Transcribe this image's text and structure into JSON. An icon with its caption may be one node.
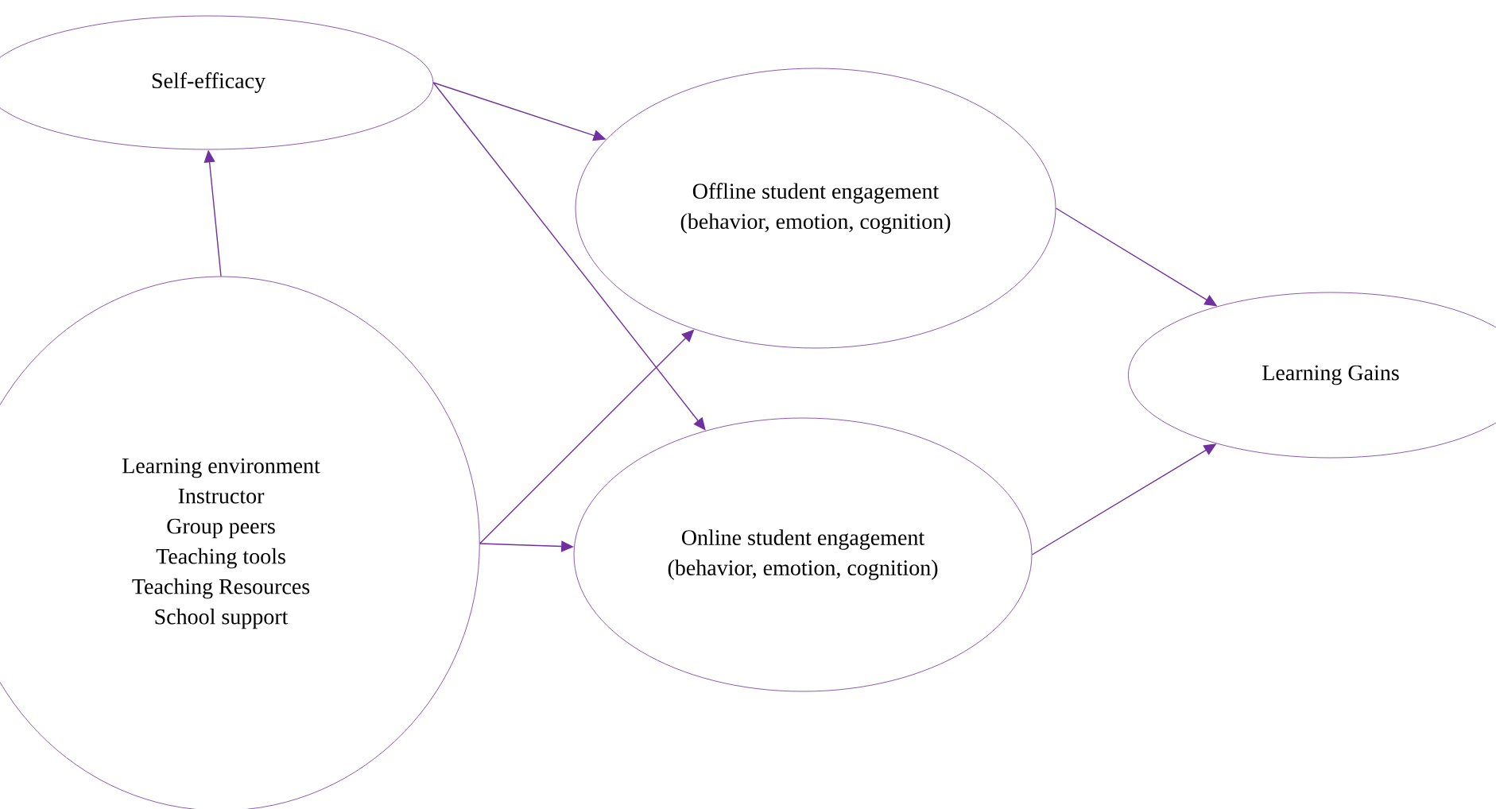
{
  "diagram": {
    "nodes": [
      {
        "text": [
          "Self-efficacy"
        ]
      },
      {
        "text": [
          "Learning environment",
          "Instructor",
          "Group peers",
          "Teaching tools",
          "Teaching Resources",
          "School support"
        ]
      },
      {
        "text": [
          "Offline student engagement (behavior, emotion, cognition)"
        ]
      },
      {
        "text": [
          "Online student engagement (behavior, emotion, cognition)"
        ]
      },
      {
        "text": [
          "Learning Gains"
        ]
      }
    ],
    "edges": [
      {
        "from": 1,
        "to": 0,
        "arrow": "to"
      },
      {
        "from": 0,
        "to": 2,
        "arrow": "to"
      },
      {
        "from": 0,
        "to": 3,
        "arrow": "to"
      },
      {
        "from": 1,
        "to": 2,
        "arrow": "to"
      },
      {
        "from": 1,
        "to": 3,
        "arrow": "to"
      },
      {
        "from": 2,
        "to": 4,
        "arrow": "to"
      },
      {
        "from": 3,
        "to": 4,
        "arrow": "to"
      }
    ]
  }
}
